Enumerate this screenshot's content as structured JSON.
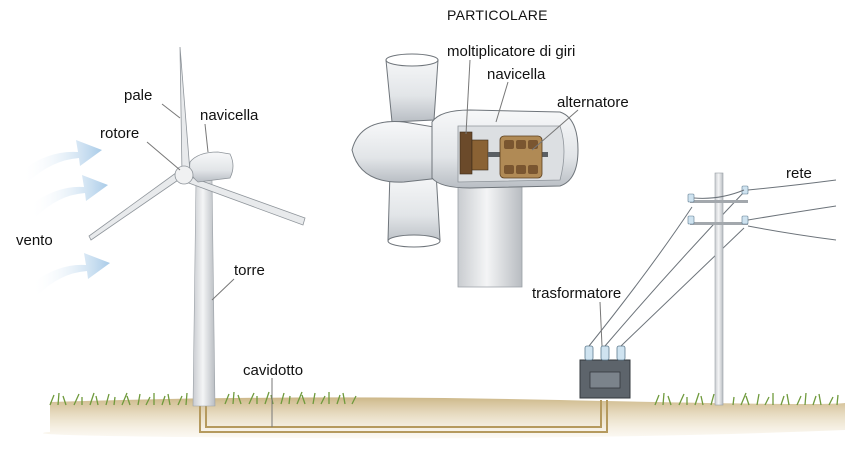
{
  "title": "PARTICOLARE",
  "labels": {
    "pale": "pale",
    "navicella_main": "navicella",
    "rotore": "rotore",
    "vento": "vento",
    "torre": "torre",
    "cavidotto": "cavidotto",
    "moltiplicatore": "moltiplicatore di giri",
    "navicella_detail": "navicella",
    "alternatore": "alternatore",
    "trasformatore": "trasformatore",
    "rete": "rete"
  },
  "colors": {
    "wind_arrow": "#b9d7ee",
    "grass": "#6f9a3c",
    "soil": "#d9c69c",
    "cable": "#b59a5e",
    "structure": "#e6e8ea",
    "gear": "#6b4a2a"
  }
}
